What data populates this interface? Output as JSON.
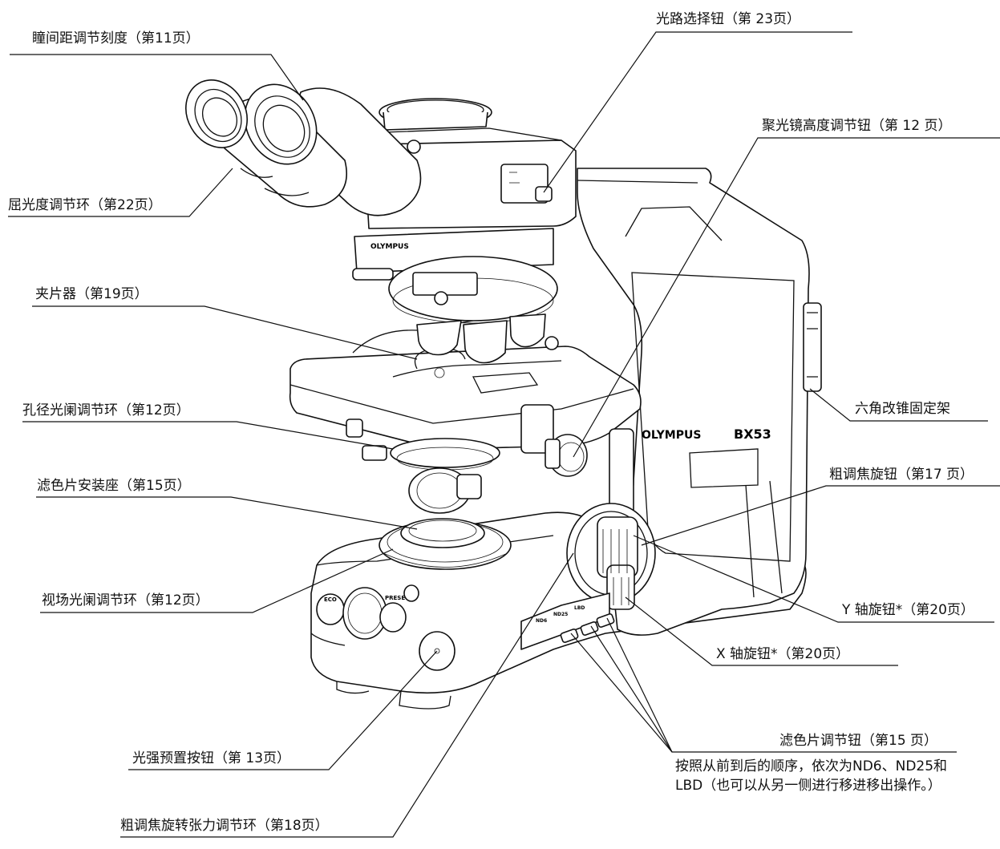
{
  "labels": {
    "interpupillary": "瞳间距调节刻度（第11页）",
    "diopter": "屈光度调节环（第22页）",
    "slide_holder": "夹片器（第19页）",
    "aperture_iris": "孔径光阑调节环（第12页）",
    "filter_mount": "滤色片安装座（第15页）",
    "field_iris": "视场光阑调节环（第12页）",
    "light_preset": "光强预置按钮（第 13页）",
    "coarse_tension": "粗调焦旋转张力调节环（第18页）",
    "light_path": "光路选择钮（第 23页）",
    "condenser_height": "聚光镜高度调节钮（第 12 页）",
    "hex_wrench": "六角改锥固定架",
    "coarse_focus": "粗调焦旋钮（第17 页）",
    "y_axis": "Y 轴旋钮*（第20页）",
    "x_axis": "X 轴旋钮*（第20页）",
    "filter_knob": "滤色片调节钮（第15 页）",
    "filter_note": "按照从前到后的顺序，依次为ND6、ND25和LBD（也可以从另一侧进行移进移出操作。）"
  },
  "markings": {
    "brand_head": "OLYMPUS",
    "brand_body": "OLYMPUS",
    "model": "BX53",
    "eco": "ECO",
    "preset": "PRESET",
    "nd6": "ND6",
    "nd25": "ND25",
    "lbd": "LBD"
  }
}
